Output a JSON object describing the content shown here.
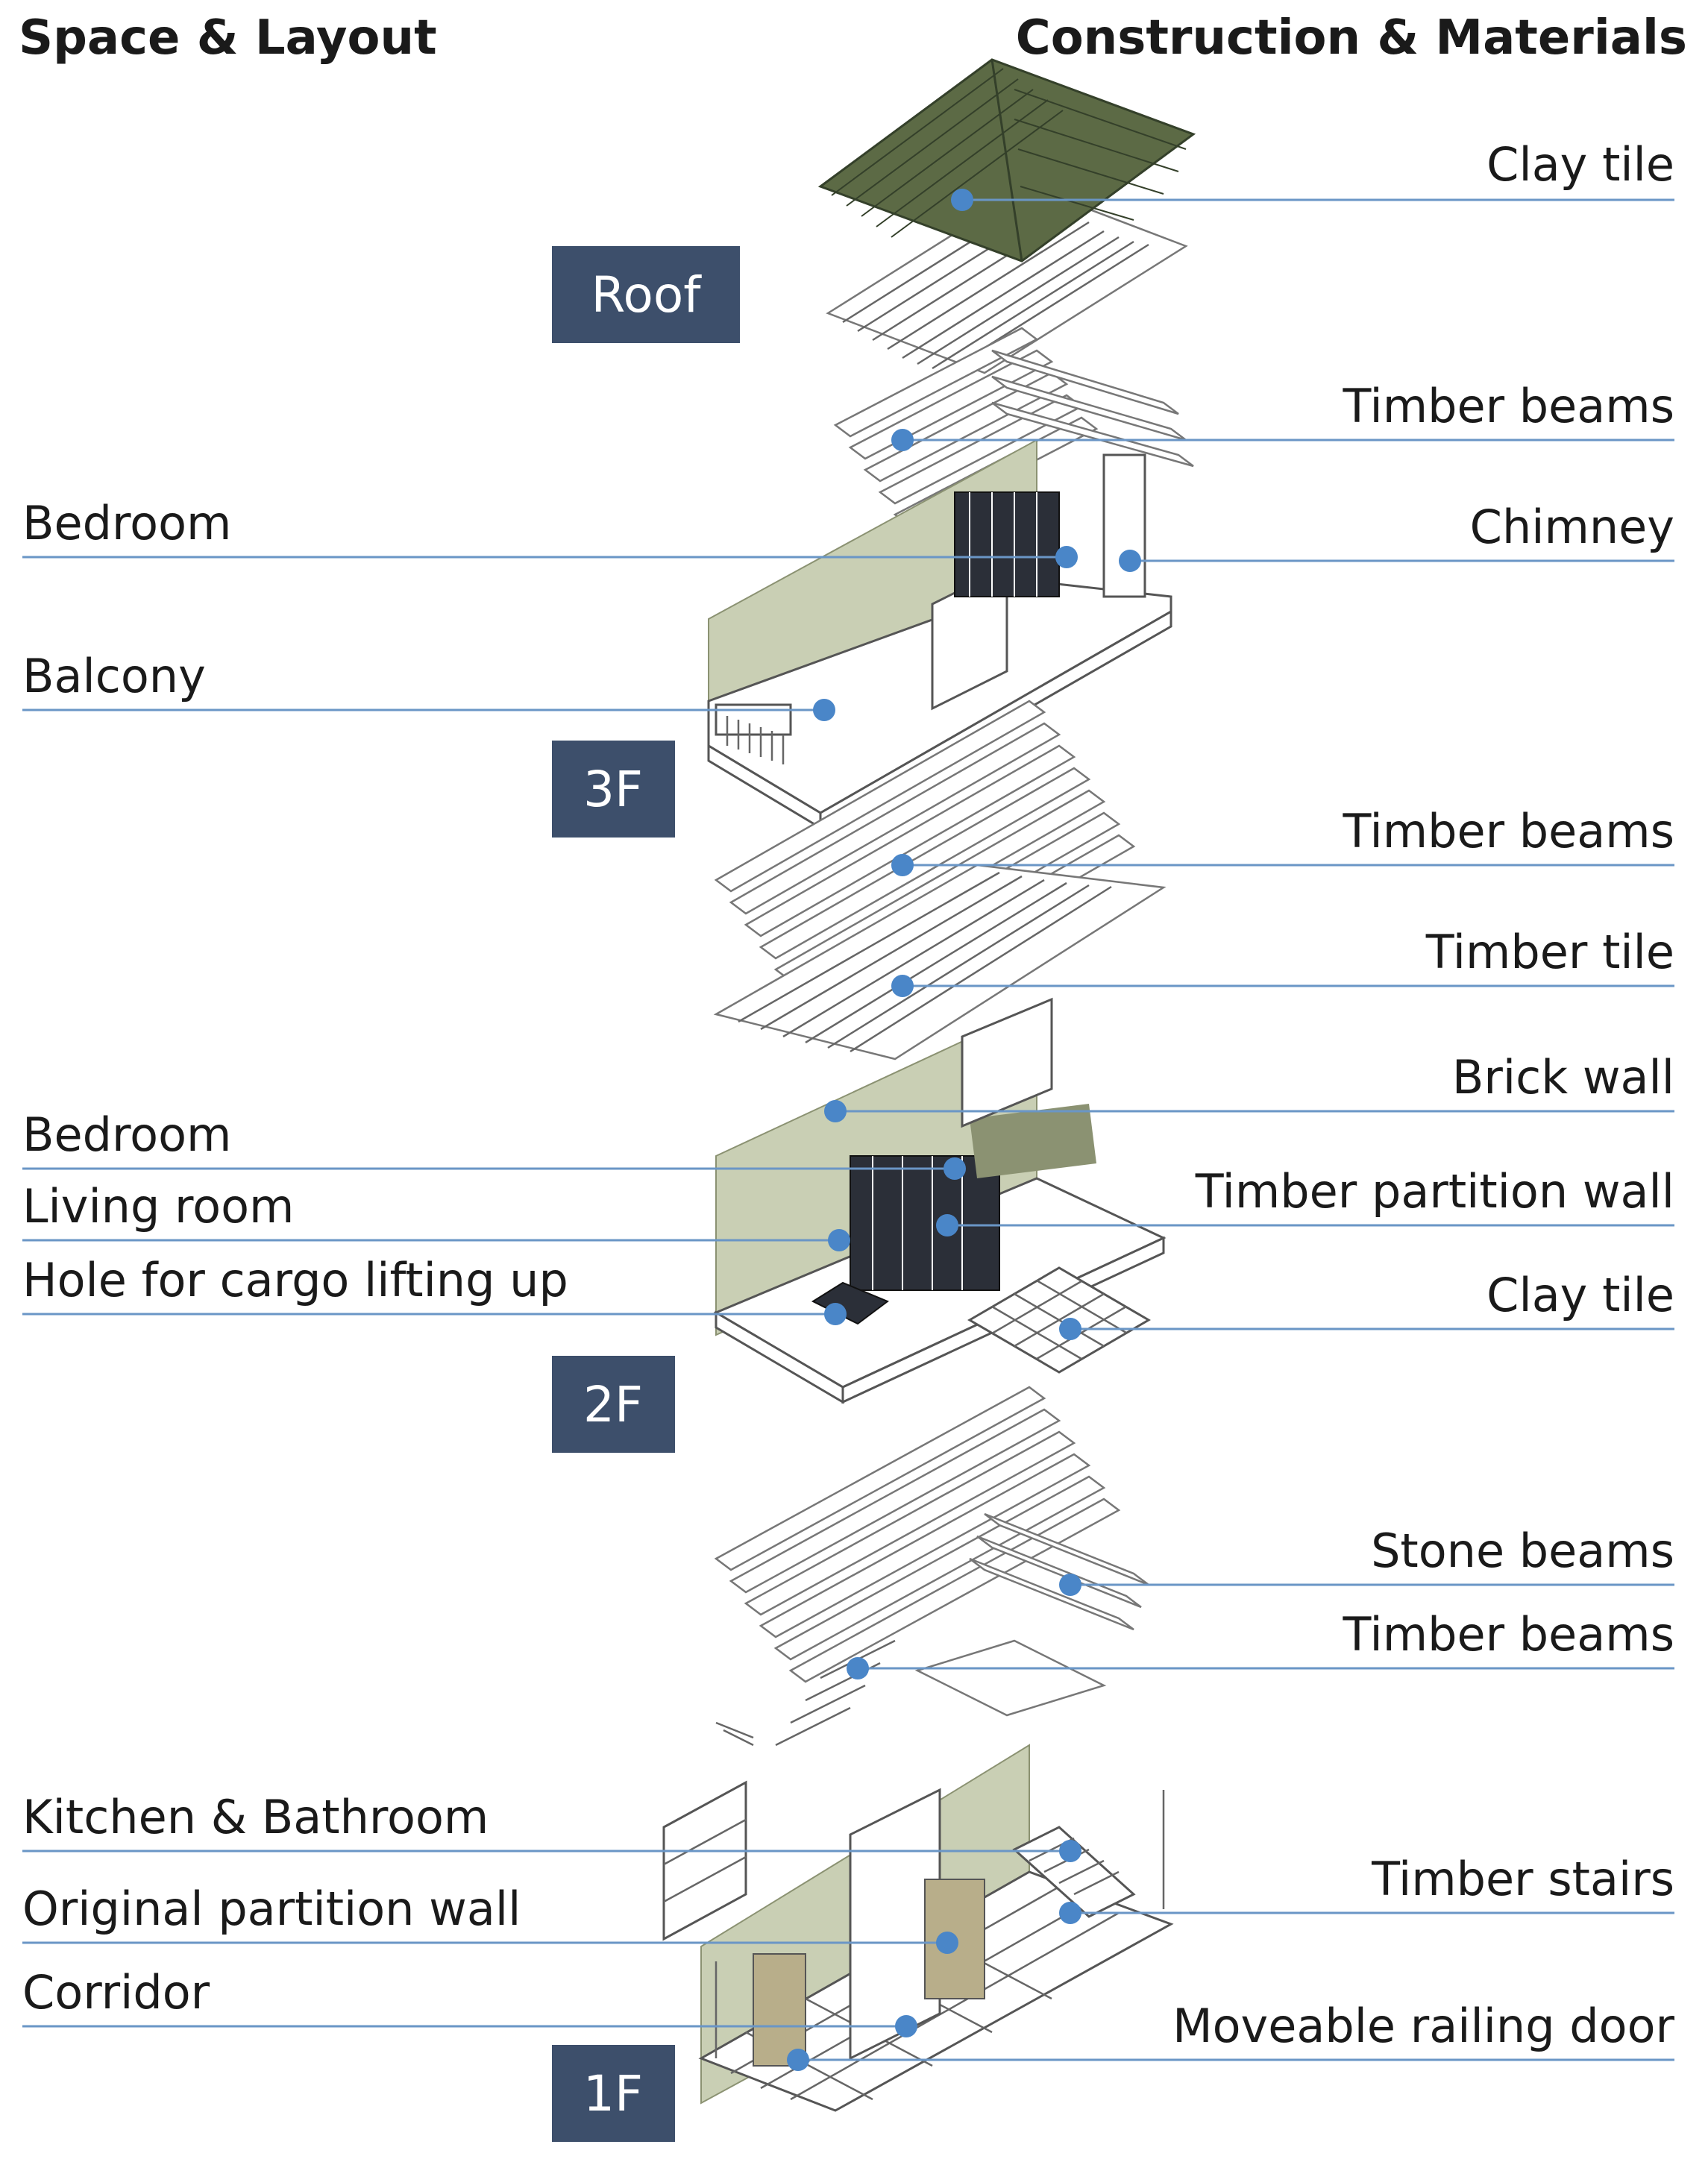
{
  "headers": {
    "left": "Space & Layout",
    "right": "Construction & Materials"
  },
  "floors": {
    "roof": "Roof",
    "f3": "3F",
    "f2": "2F",
    "f1": "1F"
  },
  "space_labels": {
    "bedroom_3f": "Bedroom",
    "balcony": "Balcony",
    "bedroom_2f": "Bedroom",
    "living_room": "Living room",
    "cargo_hole": "Hole for cargo lifting up",
    "kitchen_bathroom": "Kitchen & Bathroom",
    "original_partition": "Original partition wall",
    "corridor": "Corridor"
  },
  "material_labels": {
    "clay_tile_roof": "Clay tile",
    "timber_beams_roof": "Timber beams",
    "chimney": "Chimney",
    "timber_beams_3f": "Timber beams",
    "timber_tile": "Timber tile",
    "brick_wall": "Brick wall",
    "timber_partition": "Timber partition wall",
    "clay_tile_2f": "Clay tile",
    "stone_beams": "Stone beams",
    "timber_beams_1f": "Timber beams",
    "timber_stairs": "Timber stairs",
    "moveable_railing": "Moveable railing door"
  },
  "colors": {
    "leader_line": "#6a96c6",
    "marker_dot": "#4a86c8",
    "floor_tag": "#3d4f6b",
    "wall_tint": "#c9cfb4",
    "roof_tile": "#5c6a45"
  }
}
